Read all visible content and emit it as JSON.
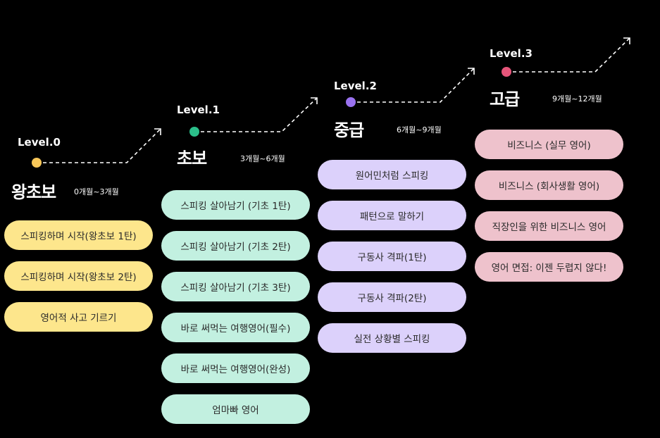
{
  "levels": [
    {
      "label": "Level.0",
      "title": "왕초보",
      "period": "0개월~3개월",
      "color": "#f8c759",
      "card_color": "#fde68c",
      "courses": [
        "스피킹하며 시작(왕초보 1탄)",
        "스피킹하며 시작(왕초보 2탄)",
        "영어적 사고 기르기"
      ]
    },
    {
      "label": "Level.1",
      "title": "초보",
      "period": "3개월~6개월",
      "color": "#2bbf8a",
      "card_color": "#c2f0e0",
      "courses": [
        "스피킹 살아남기 (기초 1탄)",
        "스피킹 살아남기 (기초 2탄)",
        "스피킹 살아남기 (기초 3탄)",
        "바로 써먹는 여행영어(필수)",
        "바로 써먹는 여행영어(완성)",
        "엄마빠 영어"
      ]
    },
    {
      "label": "Level.2",
      "title": "중급",
      "period": "6개월~9개월",
      "color": "#9a72f0",
      "card_color": "#dcd1fb",
      "courses": [
        "원어민처럼 스피킹",
        "패턴으로 말하기",
        "구동사 격파(1탄)",
        "구동사 격파(2탄)",
        "실전 상황별 스피킹"
      ]
    },
    {
      "label": "Level.3",
      "title": "고급",
      "period": "9개월~12개월",
      "color": "#e6557a",
      "card_color": "#eec2cc",
      "courses": [
        "비즈니스 (실무 영어)",
        "비즈니스 (회사생활 영어)",
        "직장인을 위한 비즈니스 영어",
        "영어 면접: 이젠 두렵지 않다!"
      ]
    }
  ]
}
